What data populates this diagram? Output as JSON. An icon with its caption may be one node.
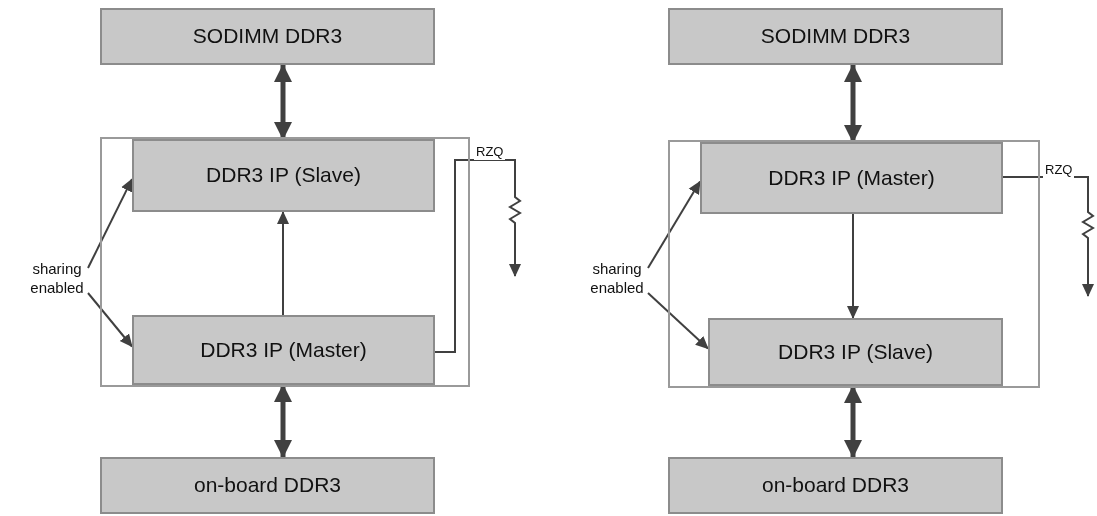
{
  "diagram": {
    "nodes": [
      {
        "text": [
          "SODIMM DDR3"
        ]
      },
      {
        "text": [],
        "shape": "box"
      },
      {
        "text": [
          "DDR3 IP (Slave)"
        ],
        "in": 1
      },
      {
        "text": [
          "DDR3 IP (Master)"
        ],
        "in": 1
      },
      {
        "text": [
          "on-board DDR3"
        ]
      },
      {
        "text": [
          "sharing enabled"
        ]
      },
      {
        "text": [
          "SODIMM DDR3"
        ]
      },
      {
        "text": [],
        "shape": "box"
      },
      {
        "text": [
          "DDR3 IP (Master)"
        ],
        "in": 7
      },
      {
        "text": [
          "DDR3 IP (Slave)"
        ],
        "in": 7
      },
      {
        "text": [
          "on-board DDR3"
        ]
      },
      {
        "text": [
          "sharing enabled"
        ]
      }
    ],
    "edges": [
      {
        "from": 0,
        "to": 2,
        "arrow": "both",
        "style": "thick"
      },
      {
        "from": 3,
        "to": 2,
        "arrow": "to"
      },
      {
        "from": 3,
        "to": 4,
        "arrow": "both",
        "style": "thick"
      },
      {
        "from": 5,
        "to": 2,
        "arrow": "to"
      },
      {
        "from": 5,
        "to": 3,
        "arrow": "to"
      },
      {
        "from": 3,
        "to": null,
        "arrow": "to",
        "label": "RZQ"
      },
      {
        "from": 6,
        "to": 8,
        "arrow": "both",
        "style": "thick"
      },
      {
        "from": 8,
        "to": 9,
        "arrow": "to"
      },
      {
        "from": 9,
        "to": 10,
        "arrow": "both",
        "style": "thick"
      },
      {
        "from": 11,
        "to": 8,
        "arrow": "to"
      },
      {
        "from": 11,
        "to": 9,
        "arrow": "to"
      },
      {
        "from": 8,
        "to": null,
        "arrow": "to",
        "label": "RZQ"
      }
    ]
  }
}
